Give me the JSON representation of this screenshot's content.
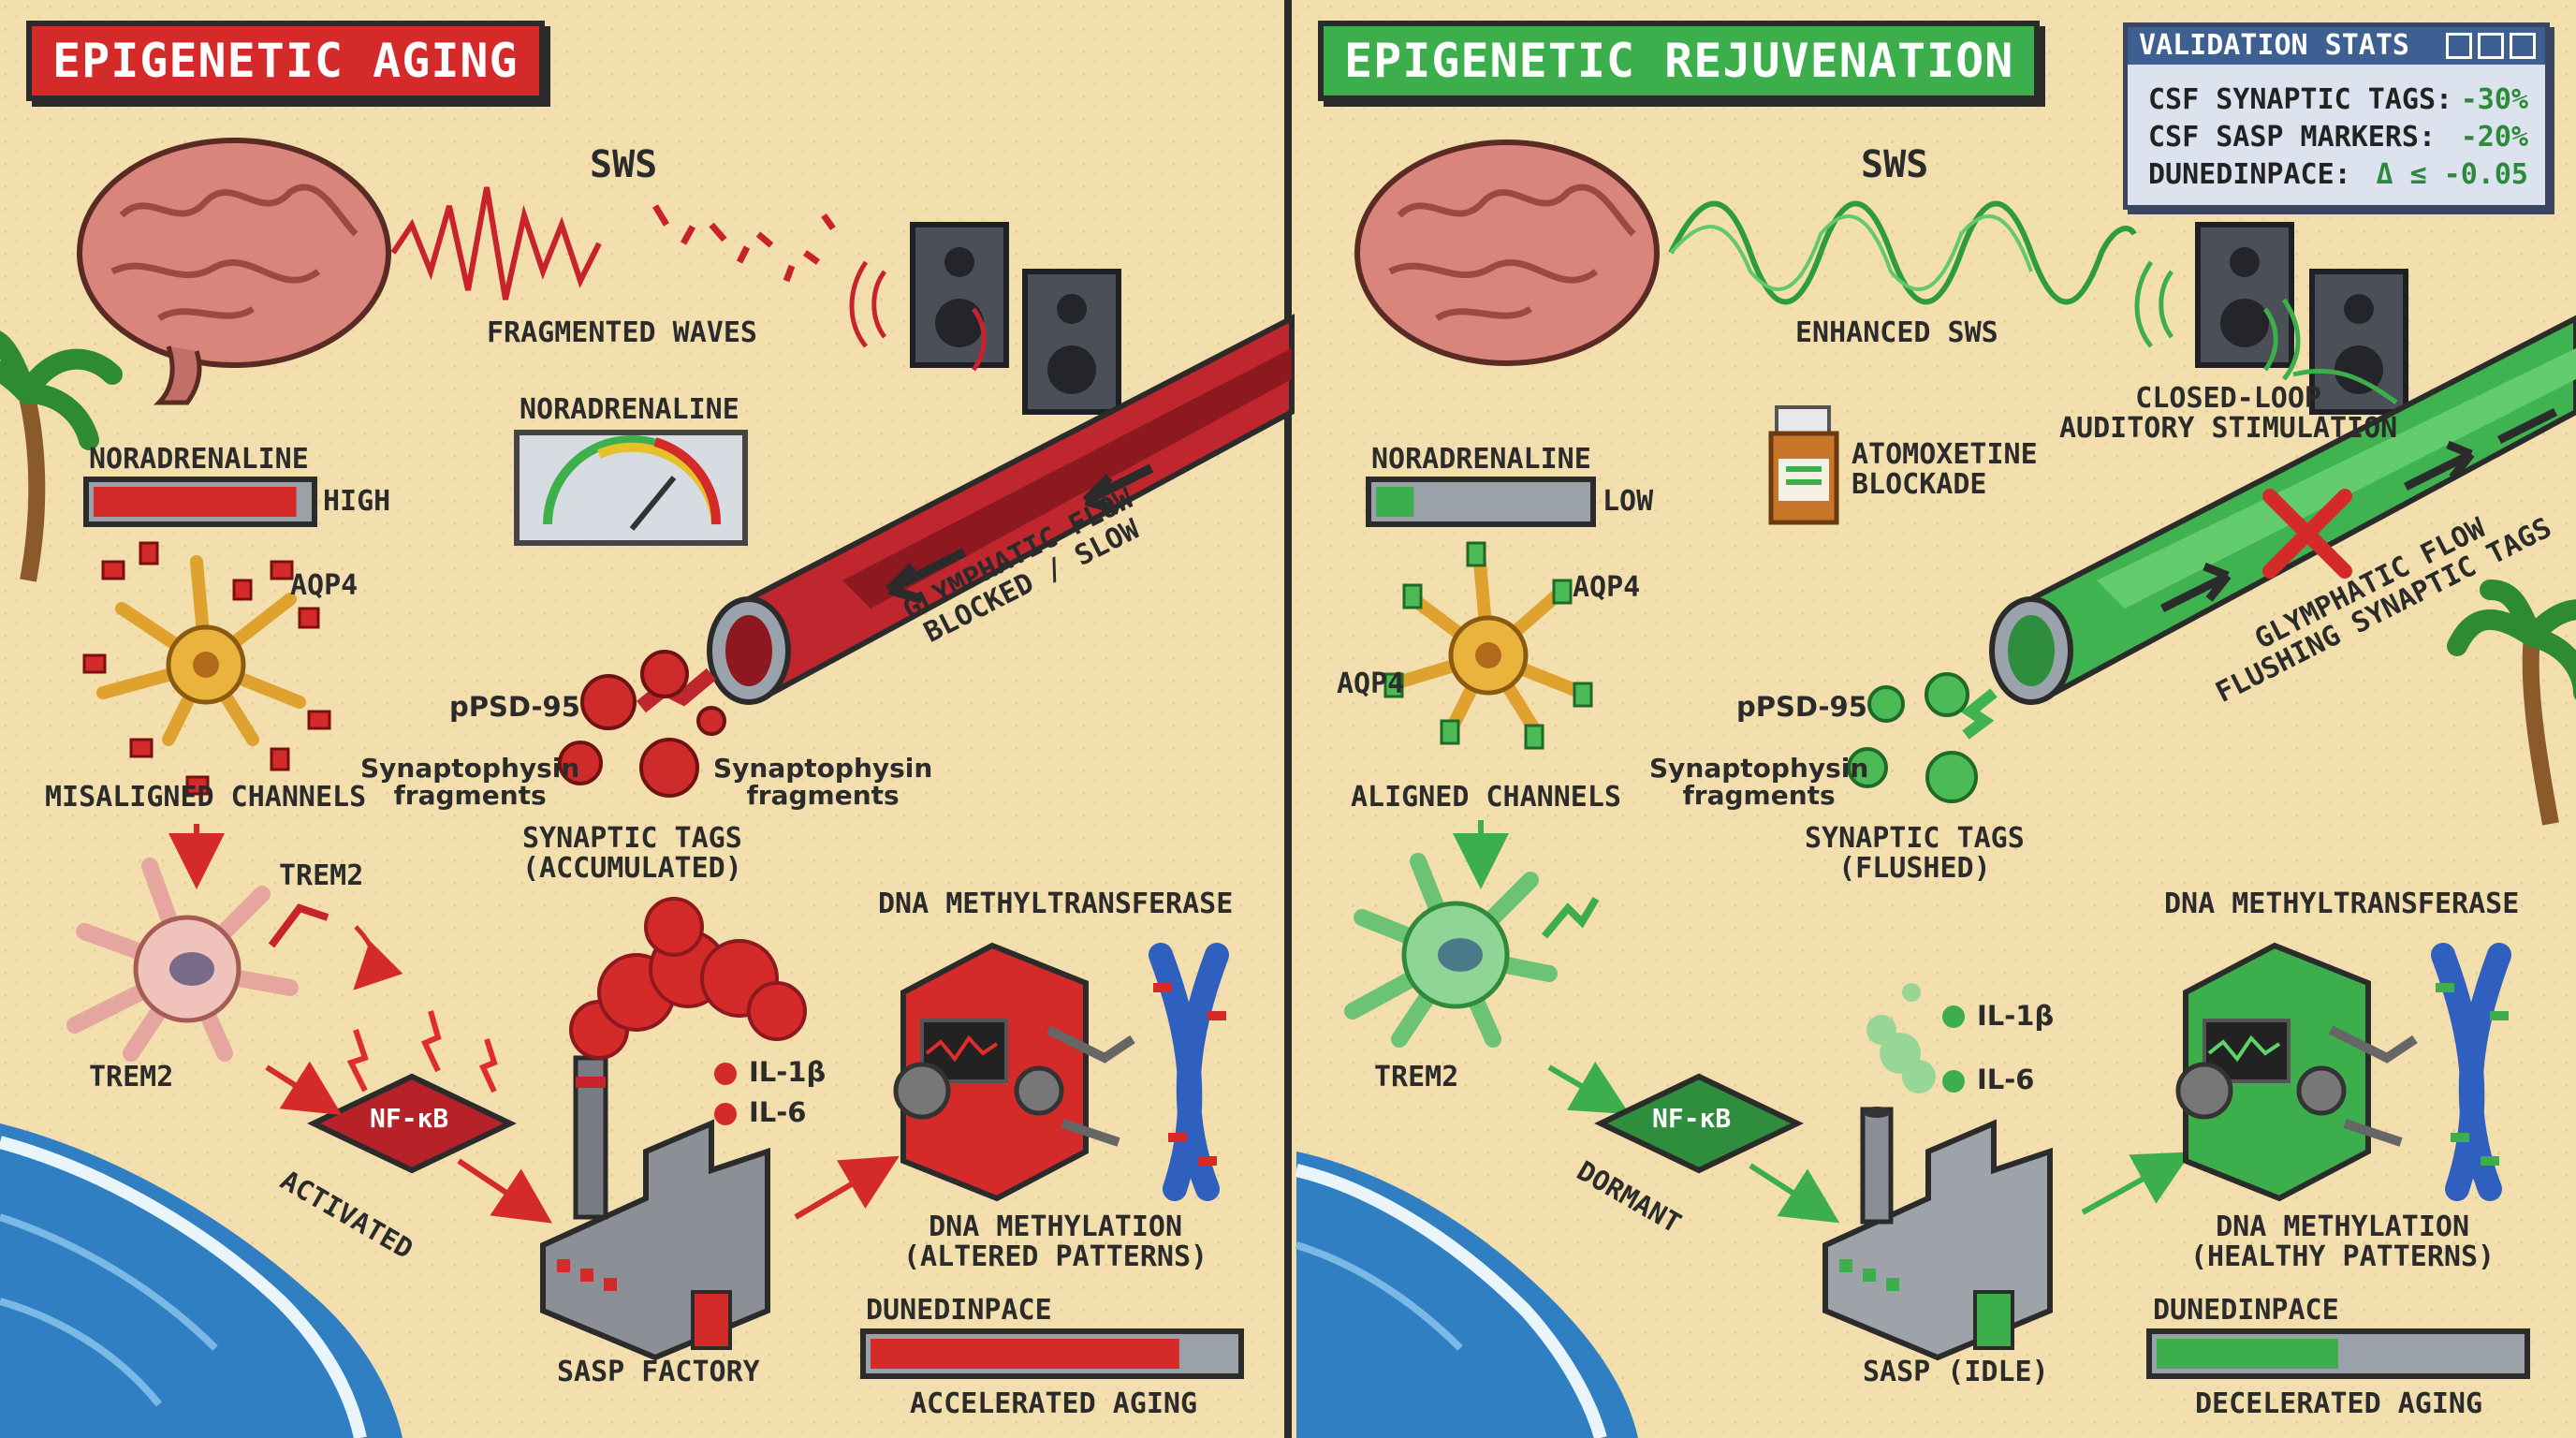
{
  "left": {
    "banner": "EPIGENETIC AGING",
    "sws_title": "SWS",
    "waves_label": "FRAGMENTED WAVES",
    "noradrenaline_label": "NORADRENALINE",
    "noradrenaline_level": "HIGH",
    "noradrenaline_fill": 0.95,
    "noradrenaline_gauge_label": "NORADRENALINE",
    "aqp4_label": "AQP4",
    "channels_label": "MISALIGNED CHANNELS",
    "glymphatic_label": [
      "GLYMPHATIC FLOW",
      "BLOCKED / SLOW"
    ],
    "ppsd_label": "pPSD-95",
    "synaptophysin_left": [
      "Synaptophysin",
      "fragments"
    ],
    "synaptophysin_right": [
      "Synaptophysin",
      "fragments"
    ],
    "synaptic_tags_label": [
      "SYNAPTIC TAGS",
      "(ACCUMULATED)"
    ],
    "trem2_top": "TREM2",
    "trem2_bottom": "TREM2",
    "nfkb_label": "NF-κB",
    "nfkb_state": "ACTIVATED",
    "il1b": "IL-1β",
    "il6": "IL-6",
    "sasp_label": "SASP FACTORY",
    "dnmt_label": "DNA METHYLTRANSFERASE",
    "methylation_label": [
      "DNA METHYLATION",
      "(ALTERED PATTERNS)"
    ],
    "dunedinpace_label": "DUNEDINPACE",
    "dunedinpace_fill": 0.85,
    "aging_label": "ACCELERATED AGING"
  },
  "right": {
    "banner": "EPIGENETIC REJUVENATION",
    "sws_title": "SWS",
    "waves_label": "ENHANCED SWS",
    "stimulation_label": [
      "CLOSED-LOOP",
      "AUDITORY STIMULATION"
    ],
    "atomoxetine_label": [
      "ATOMOXETINE",
      "BLOCKADE"
    ],
    "noradrenaline_label": "NORADRENALINE",
    "noradrenaline_level": "LOW",
    "noradrenaline_fill": 0.18,
    "aqp4_top": "AQP4",
    "aqp4_left": "AQP4",
    "channels_label": "ALIGNED CHANNELS",
    "glymphatic_label": [
      "GLYMPHATIC FLOW",
      "FLUSHING SYNAPTIC TAGS"
    ],
    "ppsd_label": "pPSD-95",
    "synaptophysin": [
      "Synaptophysin",
      "fragments"
    ],
    "synaptic_tags_label": [
      "SYNAPTIC TAGS",
      "(FLUSHED)"
    ],
    "trem2_label": "TREM2",
    "nfkb_label": "NF-κB",
    "nfkb_state": "DORMANT",
    "il1b": "IL-1β",
    "il6": "IL-6",
    "sasp_label": "SASP (IDLE)",
    "dnmt_label": "DNA METHYLTRANSFERASE",
    "methylation_label": [
      "DNA METHYLATION",
      "(HEALTHY PATTERNS)"
    ],
    "dunedinpace_label": "DUNEDINPACE",
    "dunedinpace_fill": 0.5,
    "aging_label": "DECELERATED AGING"
  },
  "stats": {
    "title": "VALIDATION STATS",
    "rows": [
      {
        "label": "CSF SYNAPTIC TAGS:",
        "value": "-30%"
      },
      {
        "label": "CSF SASP MARKERS:",
        "value": "-20%"
      },
      {
        "label": "DUNEDINPACE:",
        "value": "Δ ≤ -0.05"
      }
    ]
  },
  "colors": {
    "aging_red": "#d42a2a",
    "rejuv_green": "#3cae4b",
    "sand": "#f3dfae",
    "sea": "#2f7fc2"
  },
  "icons": [
    "brain-icon",
    "speaker-icon",
    "gauge-icon",
    "astrocyte-icon",
    "microglia-icon",
    "factory-icon",
    "dnmt-machine-icon",
    "chromosome-icon",
    "pill-bottle-icon",
    "palm-tree-icon"
  ]
}
